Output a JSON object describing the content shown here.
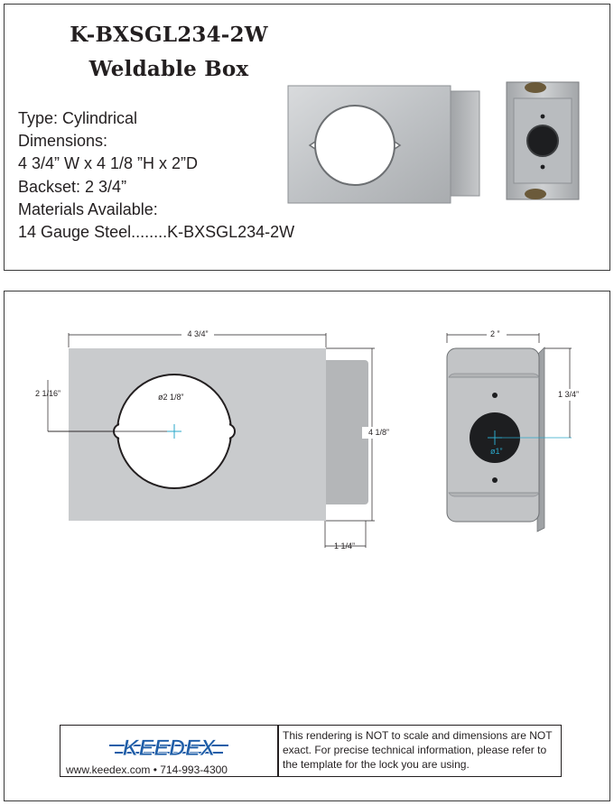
{
  "header": {
    "part_number": "K-BXSGL234-2W",
    "product_name": "Weldable Box"
  },
  "specs": {
    "type": "Type: Cylindrical",
    "dimensions_label": "Dimensions:",
    "dimensions_value": "4 3/4” W x 4 1/8 ”H x 2”D",
    "backset": "Backset: 2 3/4”",
    "materials_label": "Materials Available:",
    "material_item": "14 Gauge Steel........K-BXSGL234-2W"
  },
  "front_view": {
    "width_dim": "4 3/4”",
    "hole_offset_dim": "2 1/16”",
    "hole_dia_dim": "ø2 1/8”",
    "height_dim": "4 1/8”",
    "flange_dim": "1 1/4”"
  },
  "side_view": {
    "depth_dim": "2 ”",
    "hole_height_dim": "1 3/4”",
    "hole_dia_dim": "ø1”"
  },
  "footer": {
    "logo_text": "KEEDEX",
    "contact": "www.keedex.com • 714-993-4300",
    "disclaimer": "This rendering is NOT to scale and dimensions are NOT exact. For precise technical information, please refer to the template for the lock you are using."
  },
  "colors": {
    "steel_light": "#c9cbcd",
    "steel_mid": "#a7aaad",
    "dimension_line": "#2aa7c9",
    "logo_blue": "#1f5ea8",
    "text": "#231f20"
  },
  "icons": {
    "logo": "keedex-logo"
  }
}
